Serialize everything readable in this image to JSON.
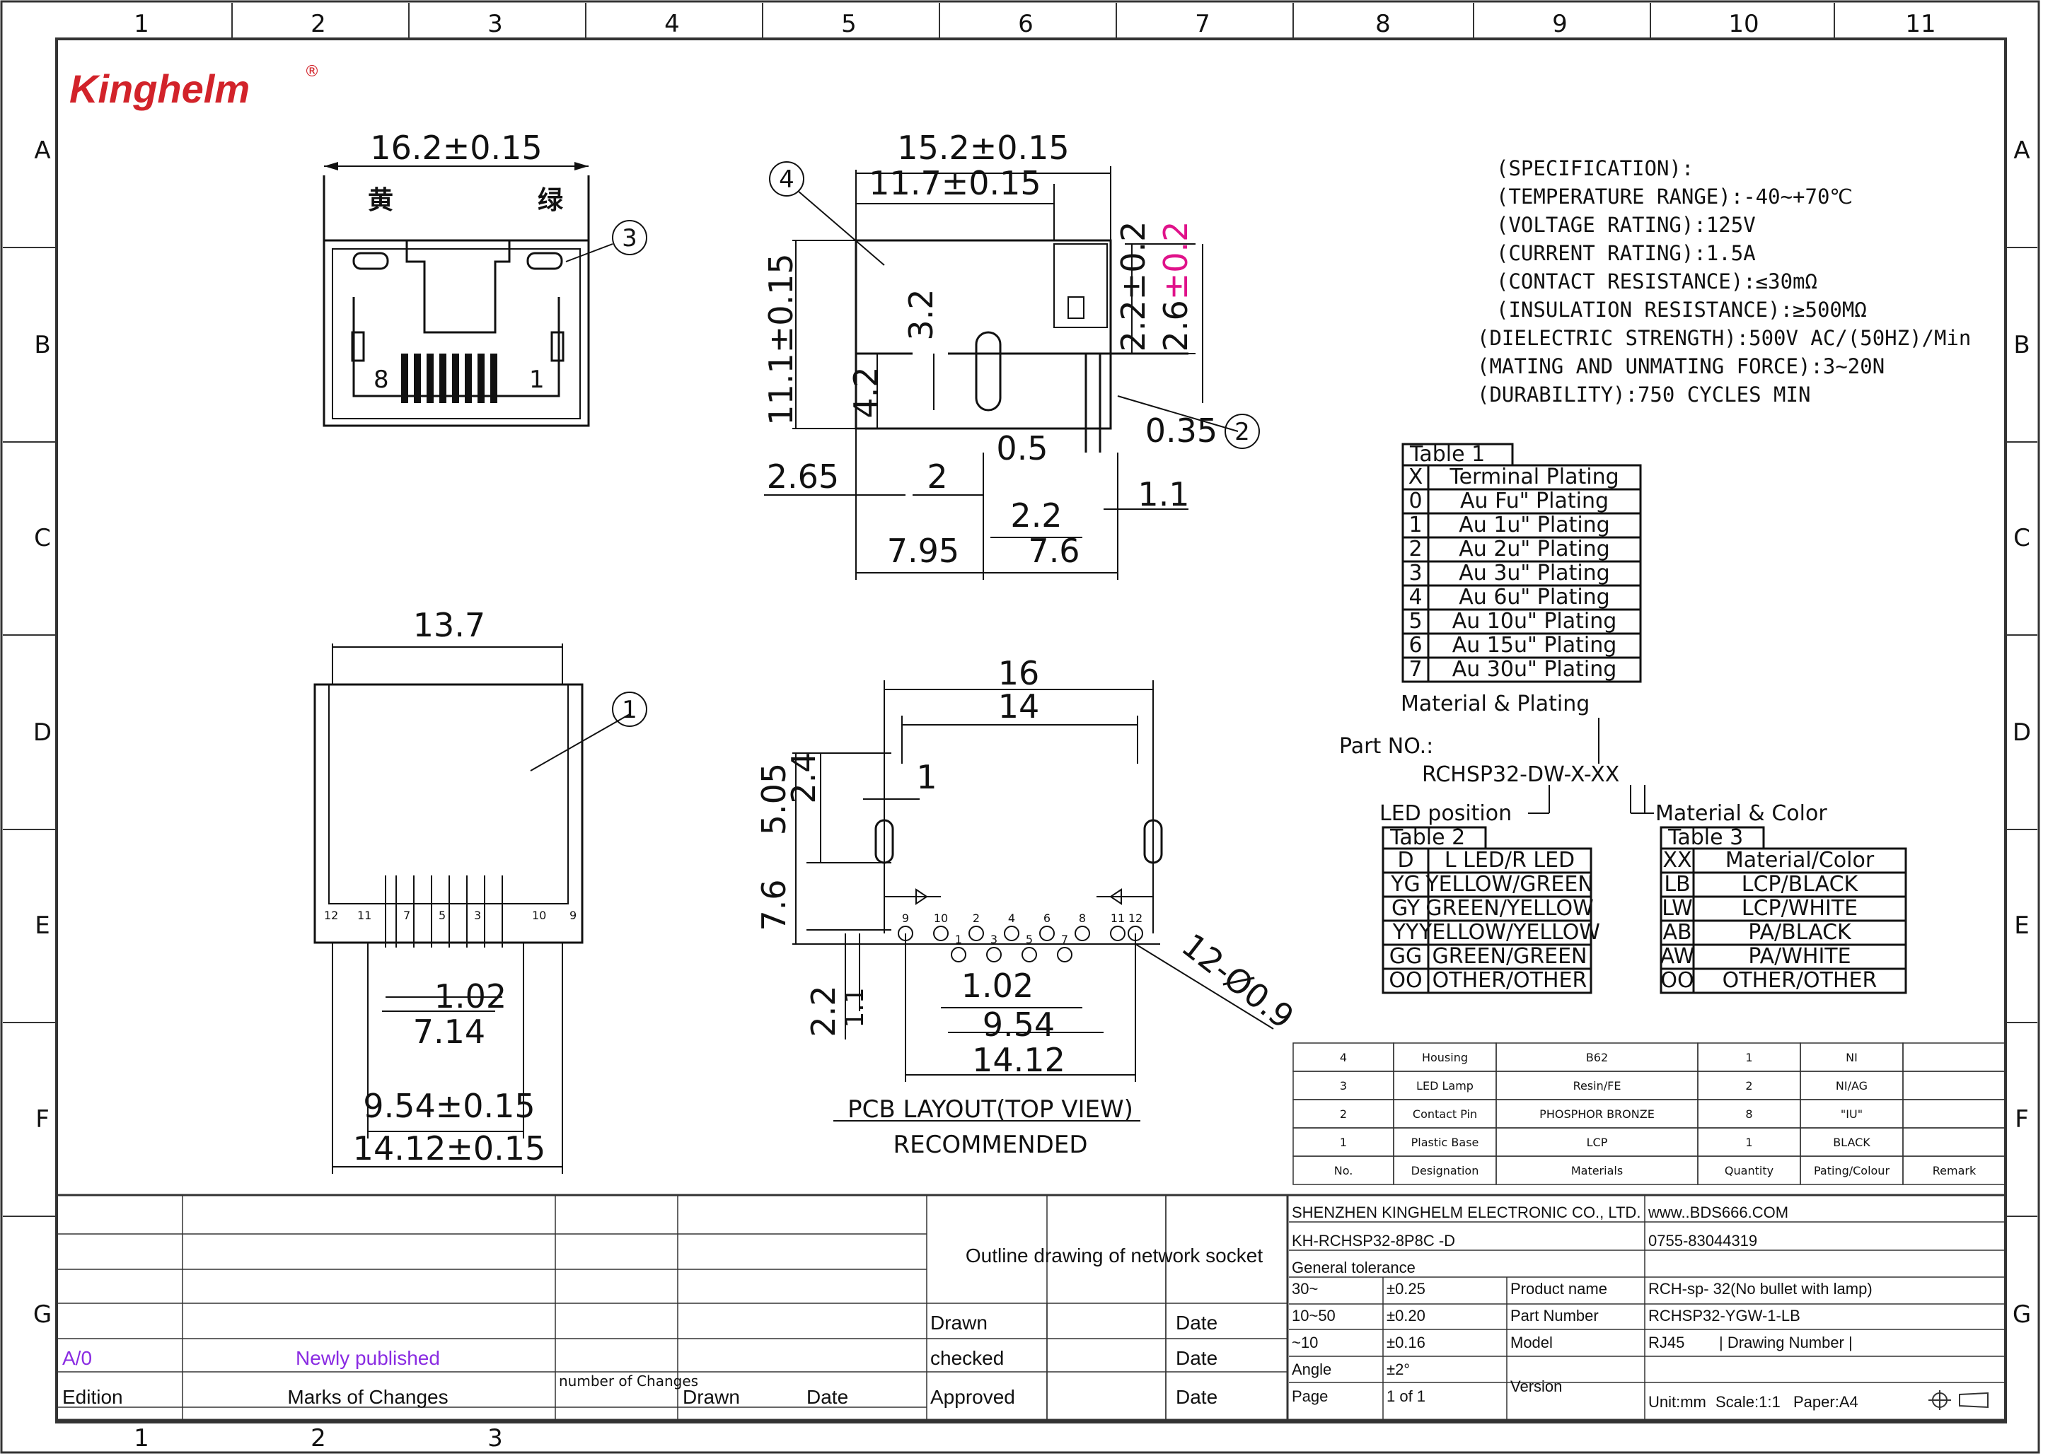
{
  "brand": {
    "name": "Kinghelm",
    "color": "#d2232a"
  },
  "border": {
    "columns": [
      "1",
      "2",
      "3",
      "4",
      "5",
      "6",
      "7",
      "8",
      "9",
      "10",
      "11"
    ],
    "rows": [
      "A",
      "B",
      "C",
      "D",
      "E",
      "F",
      "G"
    ],
    "bottom_columns": [
      "1",
      "2",
      "3"
    ]
  },
  "front_view": {
    "width_dim": "16.2±0.15",
    "led_left_label": "黄",
    "led_right_label": "绿",
    "pin_first": "8",
    "pin_last": "1",
    "callout": "3"
  },
  "side_view": {
    "dims": [
      "15.2±0.15",
      "11.7±0.15",
      "11.1±0.15",
      "3.2",
      "4.2",
      "2.2±0.2",
      "2.6±0.2",
      "0.35",
      "0.5",
      "2.65",
      "2",
      "2.2",
      "1.1",
      "7.95",
      "7.6"
    ],
    "callout_housing": "4",
    "callout_pin": "2",
    "highlight_color": "#e0128a"
  },
  "bottom_view": {
    "dims": [
      "13.7",
      "1.02",
      "7.14",
      "9.54±0.15",
      "14.12±0.15"
    ],
    "callout": "1",
    "pin_labels": [
      "12",
      "11",
      "7",
      "5",
      "3",
      "10",
      "9"
    ]
  },
  "pcb_layout": {
    "dims": [
      "16",
      "14",
      "5.05",
      "2.4",
      "1",
      "7.6",
      "2.2",
      "1.1",
      "1.02",
      "9.54",
      "14.12",
      "12-Ø0.9"
    ],
    "hole_labels": [
      "9",
      "10",
      "1",
      "2",
      "3",
      "4",
      "5",
      "6",
      "7",
      "8",
      "11",
      "12"
    ],
    "title": "PCB LAYOUT(TOP  VIEW)",
    "subtitle": "RECOMMENDED"
  },
  "specification": {
    "lines": [
      "(SPECIFICATION):",
      "(TEMPERATURE RANGE):-40~+70℃",
      "(VOLTAGE RATING):125V",
      "(CURRENT RATING):1.5A",
      "(CONTACT RESISTANCE):≤30mΩ",
      "(INSULATION RESISTANCE):≥500MΩ",
      "(DIELECTRIC STRENGTH):500V AC/(50HZ)/Min",
      "(MATING AND UNMATING FORCE):3~20N",
      "(DURABILITY):750 CYCLES MIN"
    ]
  },
  "table1": {
    "title": "Table 1",
    "header": [
      "X",
      "Terminal Plating"
    ],
    "rows": [
      [
        "0",
        "Au Fu\" Plating"
      ],
      [
        "1",
        "Au 1u\" Plating"
      ],
      [
        "2",
        "Au 2u\" Plating"
      ],
      [
        "3",
        "Au 3u\" Plating"
      ],
      [
        "4",
        "Au 6u\" Plating"
      ],
      [
        "5",
        "Au 10u\" Plating"
      ],
      [
        "6",
        "Au 15u\" Plating"
      ],
      [
        "7",
        "Au 30u\" Plating"
      ]
    ]
  },
  "part_number": {
    "material_plating": "Material & Plating",
    "label": "Part NO.:",
    "code": "RCHSP32-DW-X-XX",
    "led_position": "LED position",
    "material_color": "Material & Color"
  },
  "table2": {
    "title": "Table 2",
    "header": [
      "D",
      "L LED/R LED"
    ],
    "rows": [
      [
        "YG",
        "YELLOW/GREEN"
      ],
      [
        "GY",
        "GREEN/YELLOW"
      ],
      [
        "YY",
        "YELLOW/YELLOW"
      ],
      [
        "GG",
        "GREEN/GREEN"
      ],
      [
        "OO",
        "OTHER/OTHER"
      ]
    ]
  },
  "table3": {
    "title": "Table 3",
    "header": [
      "XX",
      "Material/Color"
    ],
    "rows": [
      [
        "LB",
        "LCP/BLACK"
      ],
      [
        "LW",
        "LCP/WHITE"
      ],
      [
        "AB",
        "PA/BLACK"
      ],
      [
        "AW",
        "PA/WHITE"
      ],
      [
        "OO",
        "OTHER/OTHER"
      ]
    ]
  },
  "bom": {
    "rows": [
      [
        "4",
        "Housing",
        "B62",
        "1",
        "NI",
        ""
      ],
      [
        "3",
        "LED Lamp",
        "Resin/FE",
        "2",
        "NI/AG",
        ""
      ],
      [
        "2",
        "Contact Pin",
        "PHOSPHOR BRONZE",
        "8",
        "\"IU\"",
        ""
      ],
      [
        "1",
        "Plastic Base",
        "LCP",
        "1",
        "BLACK",
        ""
      ]
    ],
    "header": [
      "No.",
      "Designation",
      "Materials",
      "Quantity",
      "Pating/Colour",
      "Remark"
    ]
  },
  "title_block": {
    "revision": "A/0",
    "change_note": "Newly published",
    "revision_color": "#8a2be2",
    "edition": "Edition",
    "marks": "Marks of Changes",
    "number_changes": "number of Changes",
    "drawn": "Drawn",
    "date": "Date",
    "drawing_title": "Outline drawing of network socket",
    "drawn2": "Drawn",
    "checked": "checked",
    "approved": "Approved",
    "company": "SHENZHEN KINGHELM ELECTRONIC CO., LTD.",
    "website": "www..BDS666.COM",
    "doc_code": "KH-RCHSP32-8P8C -D",
    "phone": "0755-83044319",
    "general_tolerance": "General tolerance",
    "tolerances": [
      [
        "30~",
        "±0.25"
      ],
      [
        "10~50",
        "±0.20"
      ],
      [
        "~10",
        "±0.16"
      ],
      [
        "Angle",
        "±2°"
      ],
      [
        "Page",
        "1 of 1"
      ]
    ],
    "product_name_label": "Product name",
    "product_name": "RCH-sp- 32(No bullet with lamp)",
    "part_number_label": "Part Number",
    "part_number": "RCHSP32-YGW-1-LB",
    "model_label": "Model",
    "model": "RJ45",
    "drawing_number": "| Drawing Number |",
    "version_label": "Version",
    "unit": "Unit:mm",
    "scale": "Scale:1:1",
    "paper": "Paper:A4"
  }
}
